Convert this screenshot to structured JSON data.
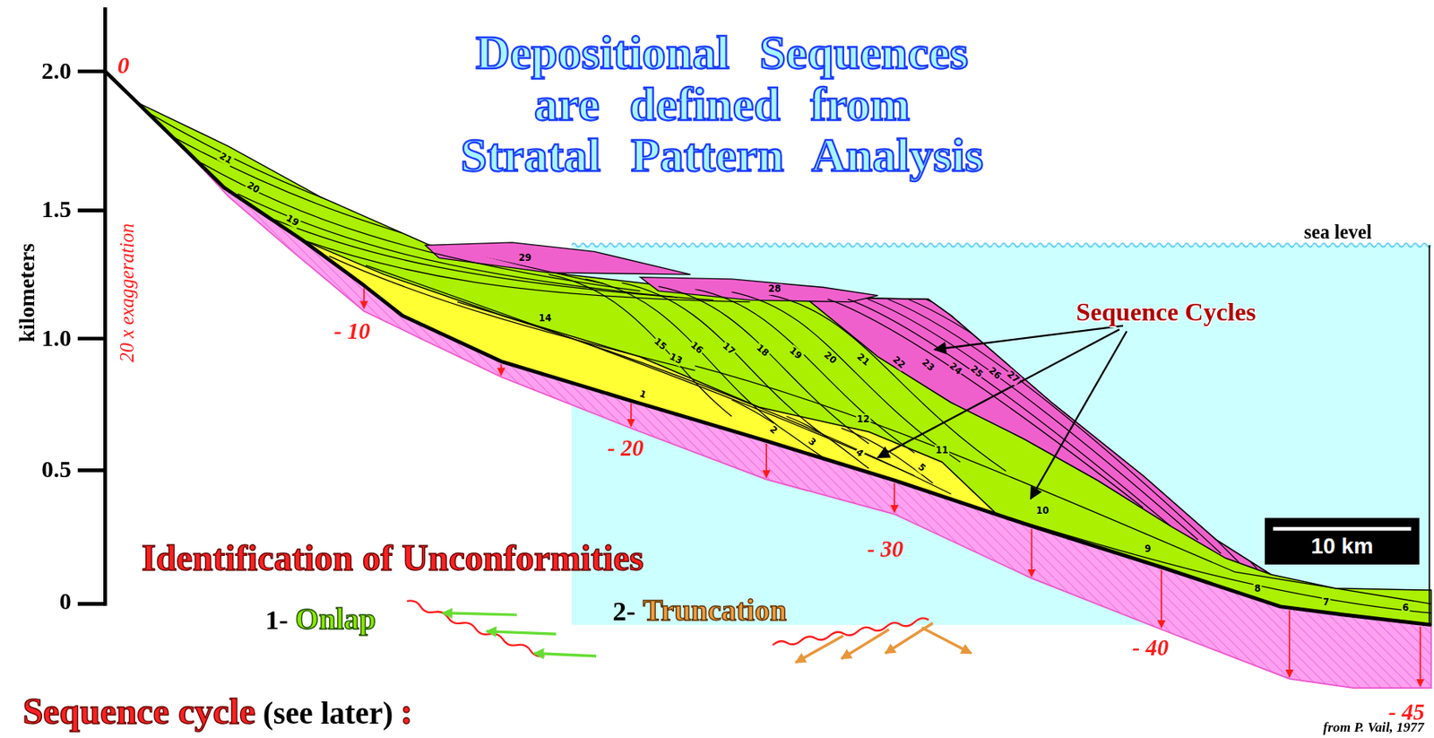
{
  "diagram": {
    "title": "Depositional Sequences are defined from Stratal Pattern Analysis",
    "nodes": [
      {
        "text": [
          "10 km"
        ]
      }
    ],
    "labels": [
      "2.0",
      "1.5",
      "1.0",
      "0.5",
      "0",
      "kilometers",
      "0",
      "20 x exaggeration",
      "- 10",
      "- 20",
      "- 30",
      "- 40",
      "- 45",
      "sea level",
      "Sequence Cycles",
      "21",
      "20",
      "19",
      "29",
      "28",
      "14",
      "15",
      "16",
      "17",
      "18",
      "19",
      "20",
      "21",
      "22",
      "23",
      "24",
      "25",
      "26",
      "27",
      "13",
      "1",
      "12",
      "2",
      "3",
      "4",
      "5",
      "11",
      "10",
      "9",
      "8",
      "7",
      "6",
      "Identification of Unconformities",
      "1-",
      "Onlap",
      "2-",
      "Truncation",
      "Sequence cycle",
      "(see later)",
      ":",
      "from P. Vail, 1977"
    ]
  }
}
